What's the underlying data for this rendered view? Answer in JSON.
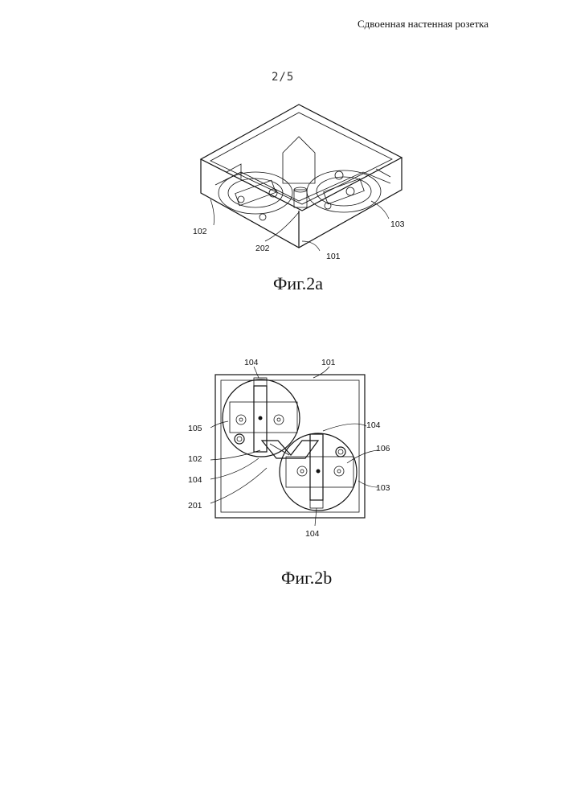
{
  "header": {
    "title": "Сдвоенная настенная розетка"
  },
  "page_number": "2/5",
  "figures": [
    {
      "caption": "Фиг.2a",
      "labels": {
        "l102": "102",
        "l202": "202",
        "l101": "101",
        "l103": "103"
      }
    },
    {
      "caption": "Фиг.2b",
      "labels": {
        "l104_top": "104",
        "l101": "101",
        "l105": "105",
        "l104_right": "104",
        "l102": "102",
        "l106": "106",
        "l104_left": "104",
        "l103": "103",
        "l201": "201",
        "l104_bottom": "104"
      }
    }
  ]
}
